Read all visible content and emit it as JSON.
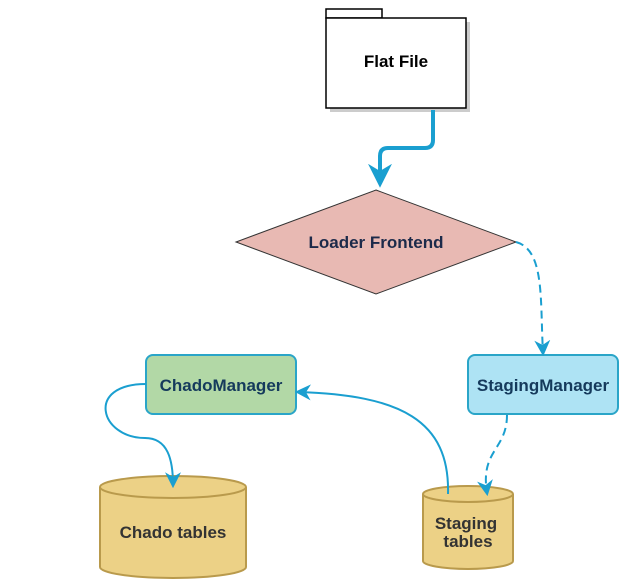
{
  "colors": {
    "connector": "#1a9fd0",
    "flat_file_fill": "#ffffff",
    "flat_file_stroke": "#000000",
    "loader_fill": "#e8b9b3",
    "loader_stroke": "#333333",
    "loader_text": "#1c2a4a",
    "chado_manager_fill": "#b2d8a6",
    "chado_manager_stroke": "#2aa5c8",
    "chado_manager_text": "#153a5c",
    "staging_manager_fill": "#aee3f4",
    "staging_manager_stroke": "#2aa5c8",
    "staging_manager_text": "#153a5c",
    "cylinder_fill": "#ecd186",
    "cylinder_stroke": "#b99a4c",
    "cylinder_text": "#333333"
  },
  "nodes": {
    "flat_file": {
      "label": "Flat File"
    },
    "loader_frontend": {
      "label": "Loader Frontend"
    },
    "chado_manager": {
      "label": "ChadoManager"
    },
    "staging_manager": {
      "label": "StagingManager"
    },
    "chado_tables": {
      "label": "Chado tables"
    },
    "staging_tables": {
      "line1": "Staging",
      "line2": "tables"
    }
  }
}
